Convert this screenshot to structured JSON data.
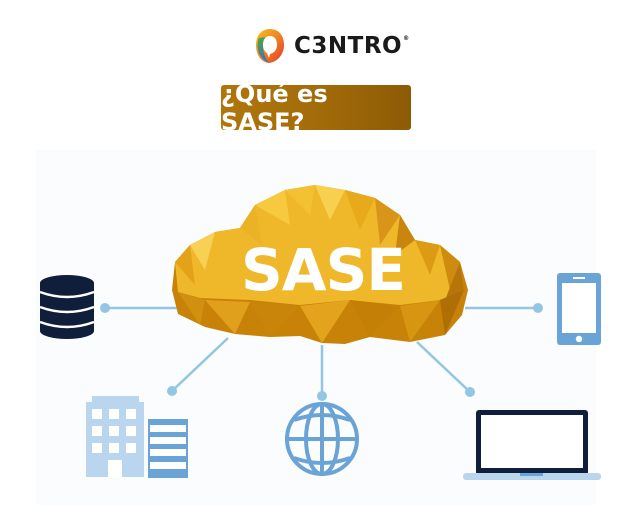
{
  "brand": {
    "name": "C3NTRO",
    "registered": "®",
    "logo_colors": [
      "#f2b31b",
      "#e8492b",
      "#3c6fc7",
      "#49a845"
    ]
  },
  "title": {
    "text": "¿Qué es SASE?",
    "bg_color": "#a36c0a",
    "text_color": "#ffffff"
  },
  "diagram": {
    "center": {
      "label": "SASE",
      "shape": "low-poly-cloud",
      "color": "#e8ad1c"
    },
    "connector_color": "#93c6e3",
    "nodes": [
      {
        "id": "database",
        "icon": "database-icon",
        "color": "#0f1e3a",
        "position": "left"
      },
      {
        "id": "mobile",
        "icon": "smartphone-icon",
        "color": "#6aa3d6",
        "position": "right"
      },
      {
        "id": "office",
        "icon": "building-icon",
        "color": "#b9d6ee",
        "position": "bottom-left"
      },
      {
        "id": "internet",
        "icon": "globe-icon",
        "color": "#6aa3d6",
        "position": "bottom-center"
      },
      {
        "id": "laptop",
        "icon": "laptop-icon",
        "color": "#0f1e3a",
        "position": "bottom-right"
      }
    ]
  }
}
